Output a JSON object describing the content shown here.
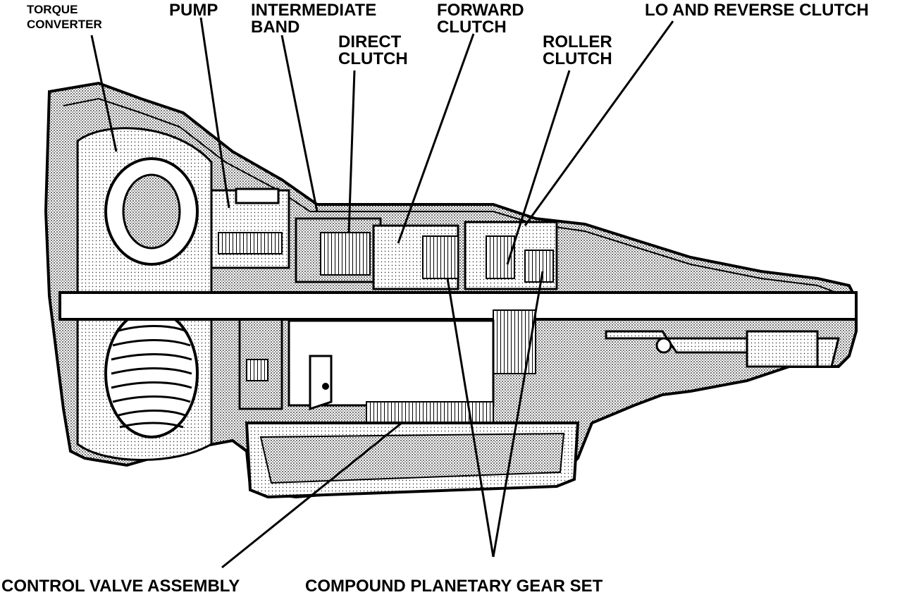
{
  "colors": {
    "ink": "#000000",
    "paper": "#ffffff",
    "stipple": "#8a8a8a",
    "light_stipple": "#bdbdbd"
  },
  "labels": {
    "torque_converter": [
      "TORQUE",
      "CONVERTER"
    ],
    "pump": "PUMP",
    "intermediate_band": [
      "INTERMEDIATE",
      "BAND"
    ],
    "direct_clutch": [
      "DIRECT",
      "CLUTCH"
    ],
    "forward_clutch": [
      "FORWARD",
      "CLUTCH"
    ],
    "roller_clutch": [
      "ROLLER",
      "CLUTCH"
    ],
    "lo_and_reverse_clutch": "LO AND REVERSE CLUTCH",
    "control_valve_assembly": "CONTROL VALVE ASSEMBLY",
    "compound_planetary_gear_set": "COMPOUND PLANETARY GEAR SET"
  }
}
